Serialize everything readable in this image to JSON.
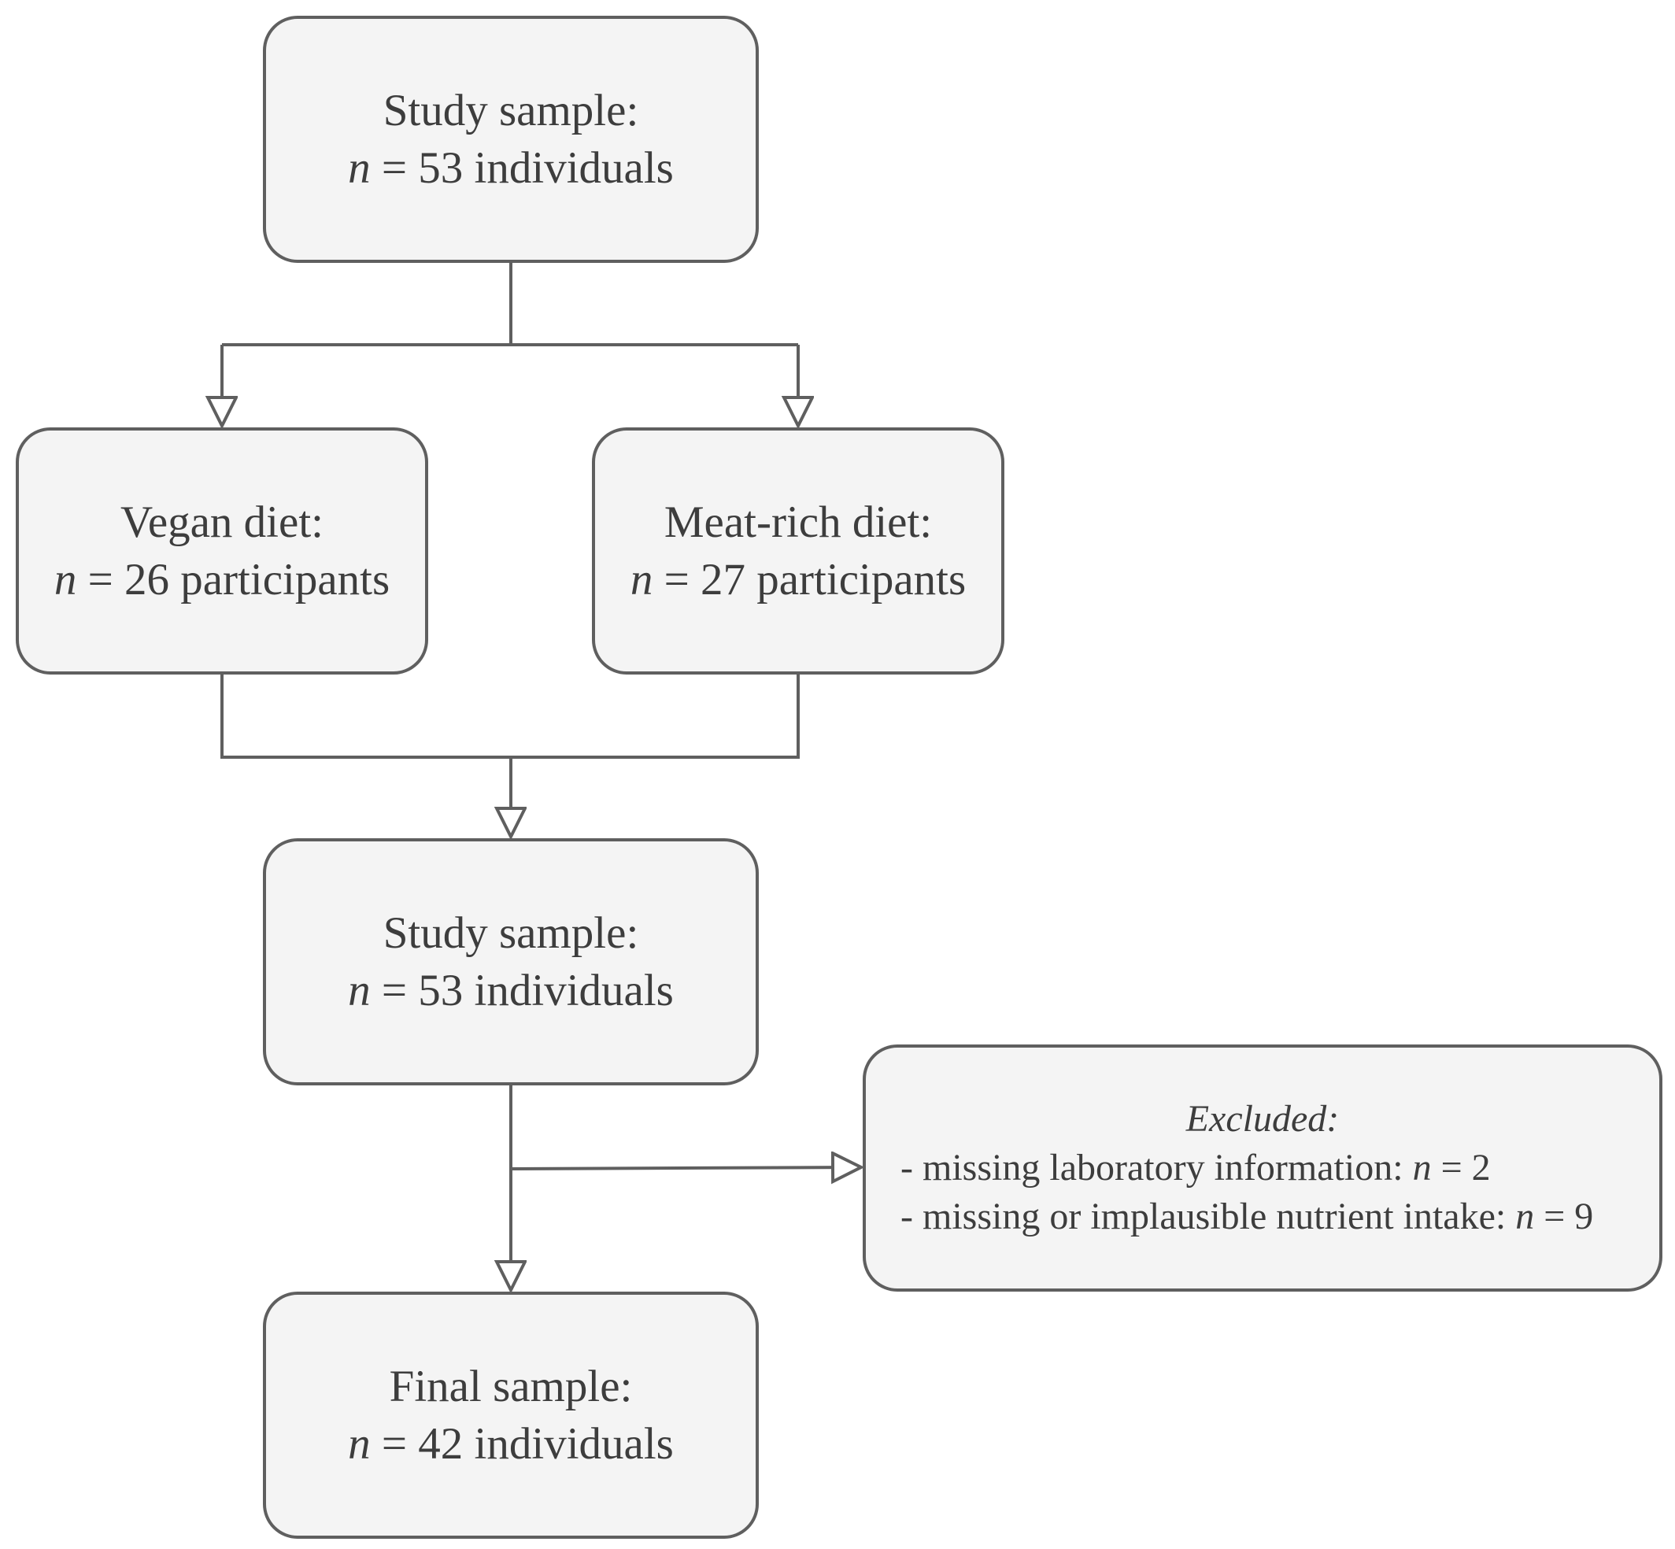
{
  "boxes": {
    "study_sample_top": {
      "title": "Study sample:",
      "n_symbol": "n",
      "count_text": " = 53 individuals"
    },
    "vegan": {
      "title": "Vegan diet:",
      "n_symbol": "n",
      "count_text": " = 26 participants"
    },
    "meat_rich": {
      "title": "Meat-rich diet:",
      "n_symbol": "n",
      "count_text": " = 27 participants"
    },
    "study_sample_combined": {
      "title": "Study sample:",
      "n_symbol": "n",
      "count_text": " = 53 individuals"
    },
    "final_sample": {
      "title": "Final sample:",
      "n_symbol": "n",
      "count_text": " = 42 individuals"
    },
    "excluded": {
      "title": "Excluded:",
      "items": [
        {
          "label": "- missing laboratory information: ",
          "n_symbol": "n",
          "count_text": " = 2"
        },
        {
          "label": "- missing or implausible nutrient intake: ",
          "n_symbol": "n",
          "count_text": " = 9"
        }
      ]
    }
  },
  "colors": {
    "box_fill": "#f4f4f4",
    "box_border": "#5f5f5f",
    "connector": "#5f5f5f",
    "text": "#3d3d3d"
  }
}
